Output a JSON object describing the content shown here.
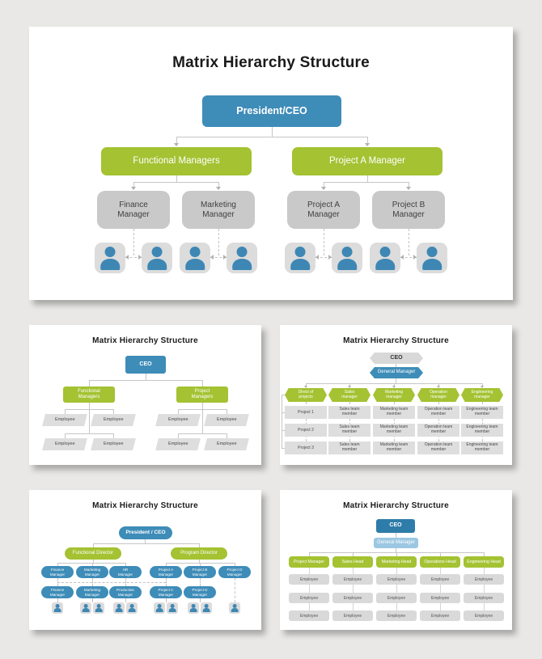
{
  "colors": {
    "background": "#e9e8e6",
    "blue": "#3e8cb8",
    "blue_dark": "#2e7ca9",
    "blue_light": "#9cc7e2",
    "green": "#a4c232",
    "gray_box": "#c9c9c9",
    "person": "#3e87b4"
  },
  "slides": {
    "main": {
      "title": "Matrix Hierarchy Structure",
      "ceo": "President/CEO",
      "managers": [
        "Functional Managers",
        "Project A Manager"
      ],
      "sub_managers": [
        "Finance Manager",
        "Marketing Manager",
        "Project A Manager",
        "Project B Manager"
      ]
    },
    "v1": {
      "title": "Matrix Hierarchy Structure",
      "ceo": "CEO",
      "managers": [
        "Functional Managers",
        "Project Managers"
      ],
      "employee": "Employee"
    },
    "v2": {
      "title": "Matrix Hierarchy Structure",
      "ceo": "CEO",
      "general_manager": "General Manager",
      "columns": [
        {
          "head": "Direct of projects",
          "items": [
            "Project 1",
            "Project 2",
            "Project 3"
          ]
        },
        {
          "head": "Sales manager",
          "items": [
            "Sales team member",
            "Sales team member",
            "Sales team member"
          ]
        },
        {
          "head": "Marketing manager",
          "items": [
            "Marketing team member",
            "Marketing team member",
            "Marketing team member"
          ]
        },
        {
          "head": "Operation manager",
          "items": [
            "Operation team member",
            "Operation team member",
            "Operation team member"
          ]
        },
        {
          "head": "Engineering manager",
          "items": [
            "Engineering team member",
            "Engineering team member",
            "Engineering team member"
          ]
        }
      ]
    },
    "v3": {
      "title": "Matrix Hierarchy Structure",
      "ceo": "President / CEO",
      "directors": [
        "Functional Director",
        "Program Director"
      ],
      "left_row1": [
        "Finance Manager",
        "Marketing Manager",
        "HR Manager"
      ],
      "left_row2": [
        "Finance Manager",
        "Marketing Manager",
        "Production Manager"
      ],
      "right_row1": [
        "Project A Manager",
        "Project B Manager",
        "Project D Manager"
      ],
      "right_row2": [
        "Project C Manager",
        "Project D Manager"
      ]
    },
    "v4": {
      "title": "Matrix Hierarchy Structure",
      "ceo": "CEO",
      "general_manager": "General Manager",
      "heads": [
        "Project Manager",
        "Sales Head",
        "Marketing Head",
        "Operations Head",
        "Engineering Head"
      ],
      "employee": "Employee"
    }
  }
}
